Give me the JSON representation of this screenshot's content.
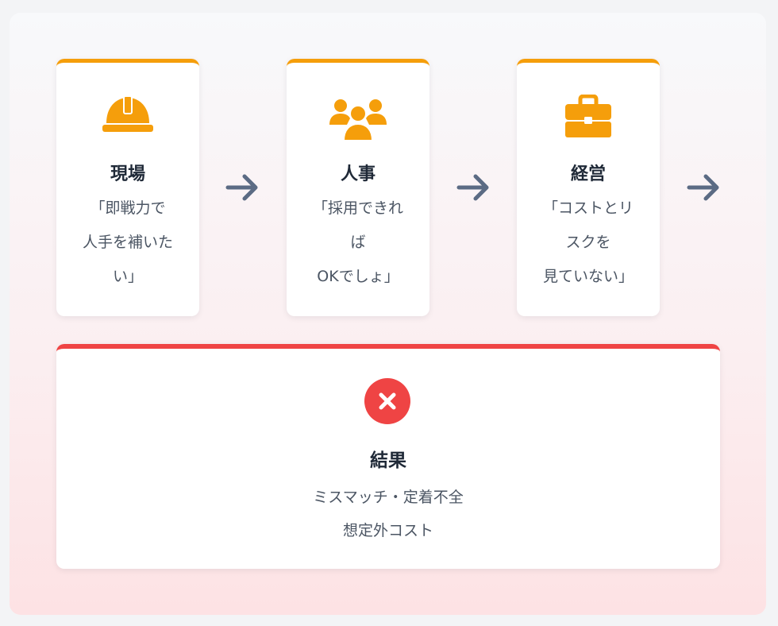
{
  "colors": {
    "accent": "#f59e0b",
    "danger": "#ef4444",
    "arrow": "#5b6b84",
    "text_dark": "#1f2937",
    "text_muted": "#4b5563"
  },
  "cards": [
    {
      "icon": "hard-hat-icon",
      "title": "現場",
      "lines": [
        "「即戦力で",
        "人手を補いた",
        "い」"
      ]
    },
    {
      "icon": "users-group-icon",
      "title": "人事",
      "lines": [
        "「採用できれ",
        "ば",
        "OKでしょ」"
      ]
    },
    {
      "icon": "briefcase-icon",
      "title": "経営",
      "lines": [
        "「コストとリ",
        "スクを",
        "見ていない」"
      ]
    }
  ],
  "result": {
    "icon": "x-circle-icon",
    "title": "結果",
    "lines": [
      "ミスマッチ・定着不全",
      "想定外コスト"
    ]
  }
}
